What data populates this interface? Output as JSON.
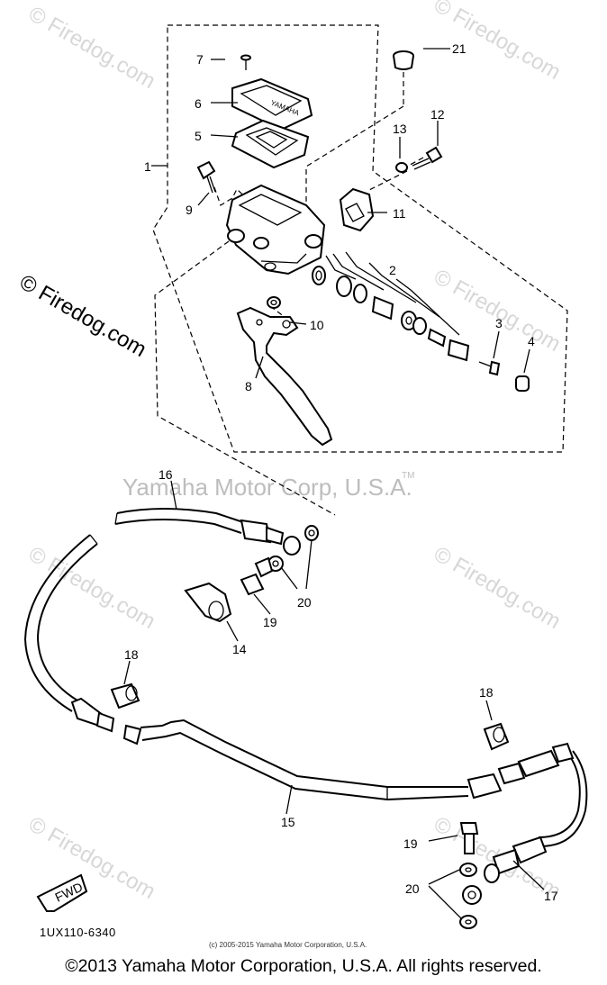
{
  "watermarks": {
    "site": "© Firedog.com",
    "site_large": "© Firedog.com"
  },
  "company_mark": {
    "text": "Yamaha Motor Corp, U.S.A.",
    "tm": "TM"
  },
  "labels": {
    "p1": "1",
    "p2": "2",
    "p3": "3",
    "p4": "4",
    "p5": "5",
    "p6": "6",
    "p7": "7",
    "p8": "8",
    "p9": "9",
    "p10": "10",
    "p11": "11",
    "p12": "12",
    "p13": "13",
    "p14": "14",
    "p15": "15",
    "p16": "16",
    "p17": "17",
    "p18a": "18",
    "p18b": "18",
    "p19a": "19",
    "p19b": "19",
    "p20a": "20",
    "p20b": "20",
    "p21": "21"
  },
  "fwd_badge": "FWD",
  "diagram_code": "1UX110-6340",
  "small_copyright": "(c) 2005-2015 Yamaha Motor Corporation, U.S.A.",
  "footer_copyright": "©2013 Yamaha Motor Corporation, U.S.A. All rights reserved."
}
